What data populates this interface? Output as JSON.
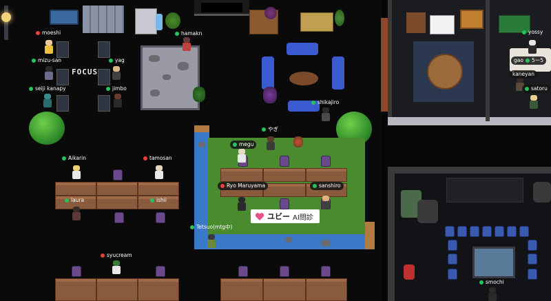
{
  "sign": {
    "brand": "ユビー",
    "suffix": "AI問診"
  },
  "focus_label": "FOCUS",
  "users": {
    "moeshi": "moeshi",
    "mizu_san": "mizu-san",
    "yag": "yag",
    "seiji_kanapy": "seiji kanapy",
    "jimbo": "jimbo",
    "hamakn": "hamakn",
    "shikajiro": "shikajiro",
    "yagi": "やぎ",
    "megu": "megu",
    "ryo_maruyama": "Ryo Maruyama",
    "sanshiro": "sanshiro",
    "aikarin": "Aikarin",
    "tamosan": "tamosan",
    "laura": "laura",
    "ishii": "ishii",
    "tetsuo": "Tetsuo(mtg中)",
    "syucream": "syucream",
    "yossy": "yossy",
    "gao": "gao",
    "gao_extra": "5ー5",
    "kaneyan": "kaneyan",
    "satoru": "satoru",
    "smochi": "smochi"
  },
  "colors": {
    "online": "#27c25d",
    "busy": "#e8403c",
    "grass": "#4b8b2f",
    "water": "#3a78c8"
  }
}
